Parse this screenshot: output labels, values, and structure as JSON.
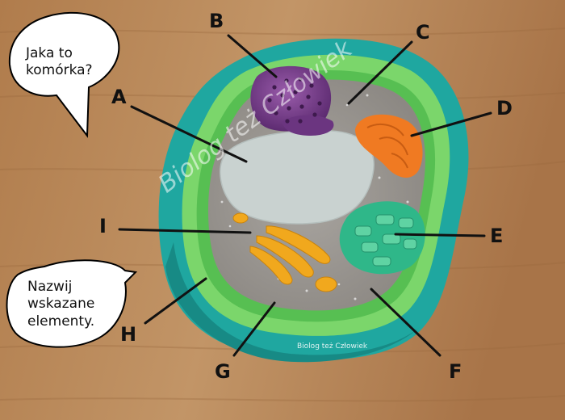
{
  "question_bubble": "Jaka to komórka?",
  "task_bubble": "Nazwij wskazane elementy.",
  "labels": {
    "A": "A",
    "B": "B",
    "C": "C",
    "D": "D",
    "E": "E",
    "F": "F",
    "G": "G",
    "H": "H",
    "I": "I"
  },
  "watermark_large": "Biolog też Człowiek",
  "watermark_small": "Biolog też Człowiek",
  "colors": {
    "table": "#b98a5c",
    "outer_wall": "#1fa7a0",
    "membrane_band": "#7bd66b",
    "cytoplasm": "#9c9893",
    "vacuole": "#c9d2d0",
    "nucleus": "#7a3f8c",
    "mitochondrion": "#f07a22",
    "chloroplast": "#2fb789",
    "golgi": "#f1a81d"
  }
}
